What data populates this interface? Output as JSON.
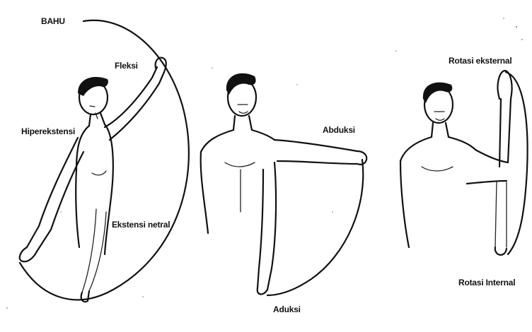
{
  "labels": {
    "bahu": "BAHU",
    "fleksi": "Fleksi",
    "hiperekstensi": "Hiperekstensi",
    "ekstensi_netral": "Ekstensi netral",
    "abduksi": "Abduksi",
    "aduksi": "Aduksi",
    "rotasi_eksternal": "Rotasi eksternal",
    "rotasi_internal": "Rotasi Internal"
  },
  "colors": {
    "ink": "#111111",
    "paper": "#ffffff"
  }
}
